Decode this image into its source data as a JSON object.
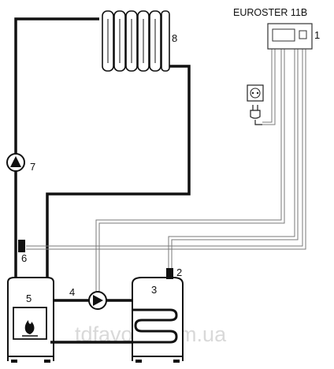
{
  "controller": {
    "model": "EUROSTER 11B",
    "number": "1"
  },
  "components": {
    "radiator": {
      "number": "8",
      "icon": "radiator-icon"
    },
    "circulation_pump": {
      "number": "7",
      "icon": "pump-icon"
    },
    "sensor_boiler": {
      "number": "6",
      "icon": "temperature-sensor-icon"
    },
    "boiler": {
      "number": "5",
      "icon": "boiler-icon"
    },
    "boiler_pump": {
      "number": "4",
      "icon": "pump-icon"
    },
    "water_tank": {
      "number": "3",
      "icon": "water-tank-icon"
    },
    "sensor_tank": {
      "number": "2",
      "icon": "temperature-sensor-icon"
    },
    "power_socket": {
      "icon": "power-socket-icon"
    },
    "power_plug": {
      "icon": "power-plug-icon"
    }
  },
  "watermark": "tdfavorit.com.ua",
  "colors": {
    "pipe": "#111111",
    "wire": "#7a7a7a",
    "watermark": "#d9d9d9"
  }
}
